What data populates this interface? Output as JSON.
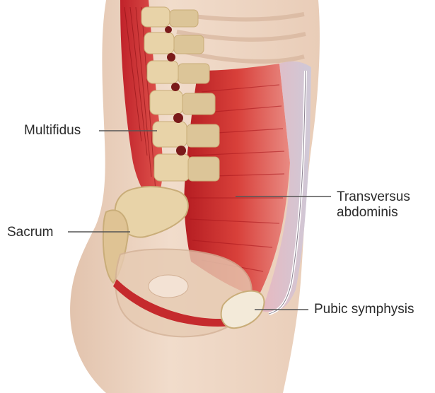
{
  "labels": {
    "multifidus": "Multifidus",
    "sacrum": "Sacrum",
    "transversus_line1": "Transversus",
    "transversus_line2": "abdominis",
    "pubic_symphysis": "Pubic symphysis"
  },
  "colors": {
    "skin": "#eed8c6",
    "skin_shadow": "#d9b9a2",
    "muscle": "#cf2b2b",
    "muscle_light": "#e66a5e",
    "bone": "#e8d3a8",
    "bone_shadow": "#c9ad79",
    "fascia": "#c9c2cf",
    "leader_line": "#555555"
  }
}
